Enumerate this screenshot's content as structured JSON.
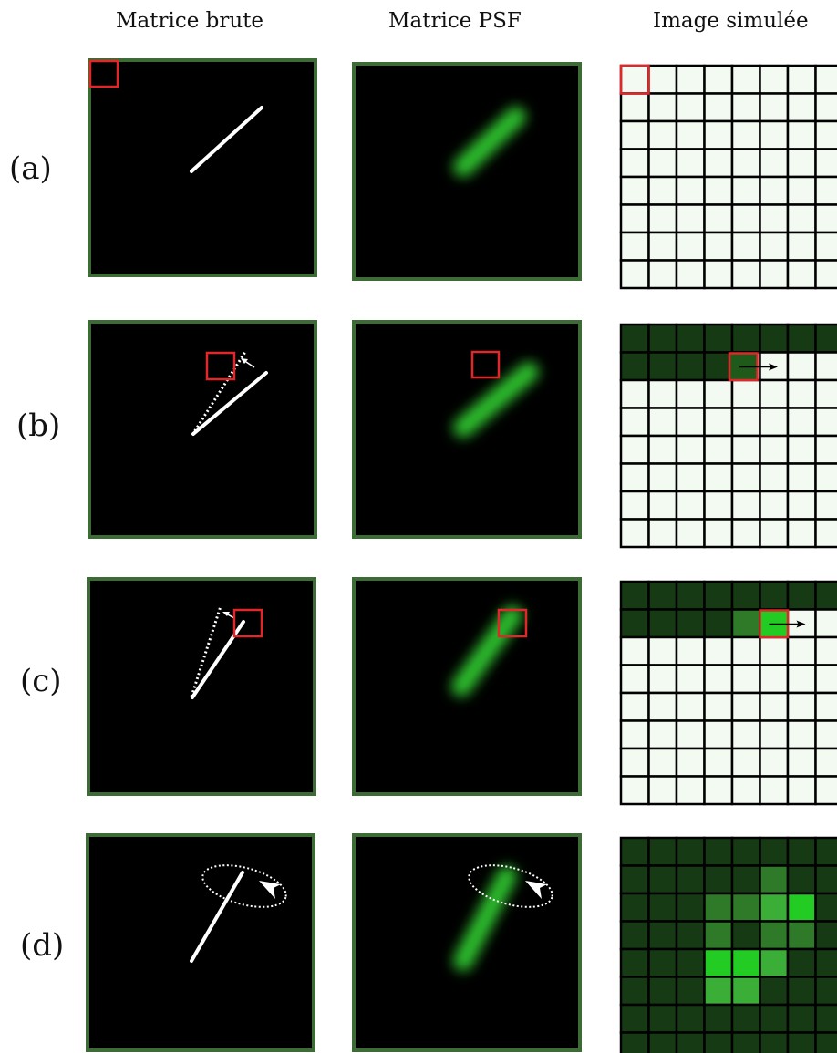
{
  "columns": {
    "raw": "Matrice brute",
    "psf": "Matrice PSF",
    "sim": "Image simulée"
  },
  "rows": [
    {
      "label": "(a)"
    },
    {
      "label": "(b)"
    },
    {
      "label": "(c)"
    },
    {
      "label": "(d)"
    }
  ],
  "colors": {
    "panel_border": "#3d6b35",
    "panel_bg": "#000000",
    "highlight": "#e0282a",
    "psf_green": "#2fbf2f",
    "pixel_empty": "#f2faf2",
    "pixel_dark": "#163a14",
    "grid_line": "#000000"
  },
  "sim_grids": {
    "a": {
      "filled_rows": 0,
      "partial_cells": []
    },
    "b": {
      "filled_rows": 1,
      "partial_cells": 3,
      "current_cell": [
        1,
        4
      ]
    },
    "c": {
      "filled_rows": 1,
      "partial_cells": 5,
      "current_cell": [
        1,
        5
      ]
    },
    "d": {
      "shades": [
        [
          0,
          0,
          0,
          0,
          0,
          0,
          0,
          0
        ],
        [
          0,
          0,
          0,
          0,
          0,
          1,
          0,
          0
        ],
        [
          0,
          0,
          0,
          1,
          1,
          2,
          3,
          0
        ],
        [
          0,
          0,
          0,
          1,
          0,
          1,
          1,
          0
        ],
        [
          0,
          0,
          0,
          3,
          3,
          2,
          0,
          0
        ],
        [
          0,
          0,
          0,
          2,
          2,
          0,
          0,
          0
        ],
        [
          0,
          0,
          0,
          0,
          0,
          0,
          0,
          0
        ],
        [
          0,
          0,
          0,
          0,
          0,
          0,
          0,
          0
        ]
      ]
    }
  }
}
